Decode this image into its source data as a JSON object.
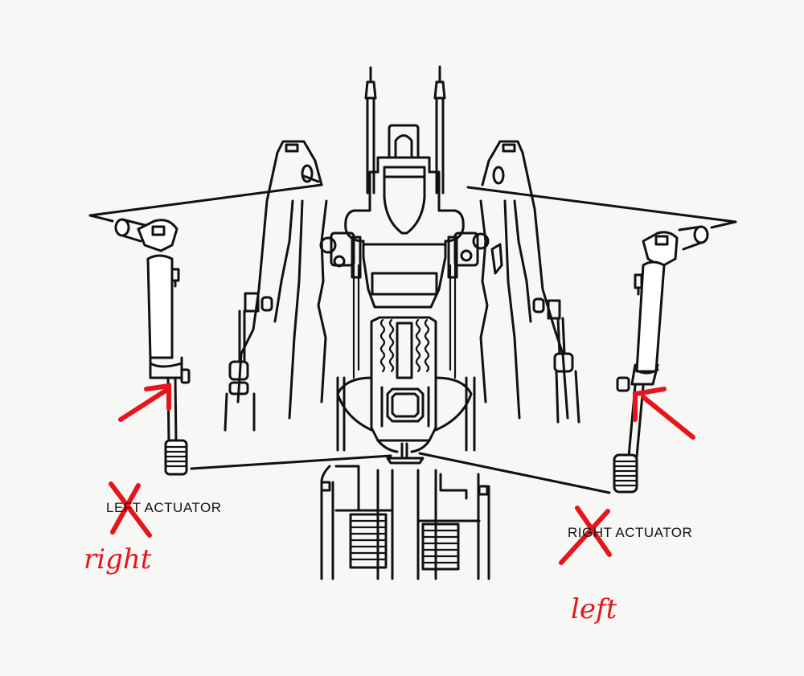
{
  "diagram": {
    "subject": "robot-suit-with-actuators",
    "labels": {
      "left_actuator": "LEFT ACTUATOR",
      "right_actuator": "RIGHT ACTUATOR"
    },
    "corrections": {
      "left_label_correction": "right",
      "right_label_correction": "left"
    },
    "colors": {
      "ink": "#111111",
      "paper": "#f7f7f5",
      "correction_red": "#e8141c"
    }
  }
}
